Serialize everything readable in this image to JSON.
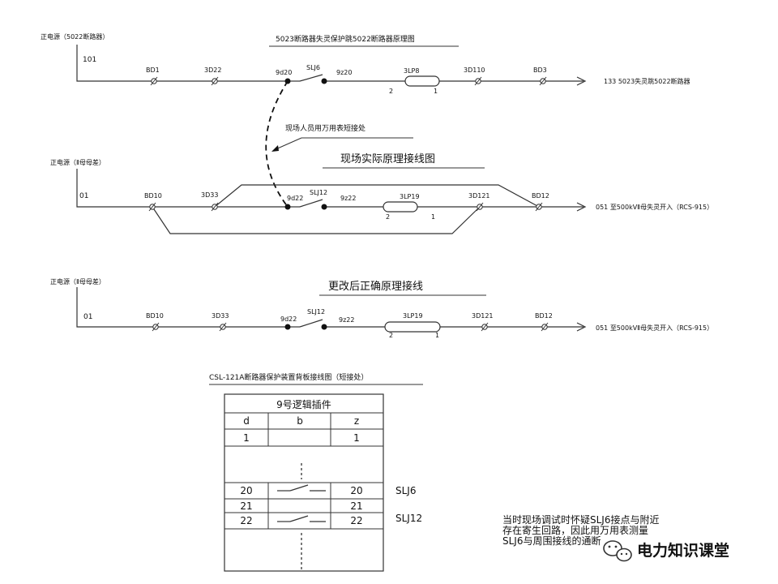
{
  "diagram1": {
    "source_label": "正电源（5022断路器）",
    "wire_num": "101",
    "title": "5023断路器失灵保护跳5022断路器原理图",
    "terminals": [
      "BD1",
      "3D22",
      "9d20",
      "9z20",
      "3D110",
      "BD3"
    ],
    "contact": "SLJ6",
    "plate": "3LP8",
    "pin_left": "2",
    "pin_right": "1",
    "output": "133  5023失灵跳5022断路器"
  },
  "annotation": "现场人员用万用表短接处",
  "diagram2": {
    "source_label": "正电源（Ⅱ母母差）",
    "wire_num": "01",
    "title": "现场实际原理接线图",
    "terminals": [
      "BD10",
      "3D33",
      "9d22",
      "9z22",
      "3D121",
      "BD12"
    ],
    "contact": "SLJ12",
    "plate": "3LP19",
    "pin_left": "2",
    "pin_right": "1",
    "output": "051  至500kVⅡ母失灵开入（RCS-915）"
  },
  "diagram3": {
    "source_label": "正电源（Ⅱ母母差）",
    "wire_num": "01",
    "title": "更改后正确原理接线",
    "terminals": [
      "BD10",
      "3D33",
      "9d22",
      "9z22",
      "3D121",
      "BD12"
    ],
    "contact": "SLJ12",
    "plate": "3LP19",
    "pin_left": "2",
    "pin_right": "1",
    "output": "051  至500kVⅡ母失灵开入（RCS-915）"
  },
  "backplane": {
    "title": "CSL-121A断路器保护装置背板接线图（短接处）",
    "header": "9号逻辑插件",
    "cols": [
      "d",
      "b",
      "z"
    ],
    "row1": [
      "1",
      "1"
    ],
    "row20": [
      "20",
      "20"
    ],
    "row21": [
      "21",
      "21"
    ],
    "row22": [
      "22",
      "22"
    ],
    "label_slj6": "SLJ6",
    "label_slj12": "SLJ12"
  },
  "note": {
    "line1": "当时现场调试时怀疑SLJ6接点与附近",
    "line2": "存在寄生回路，因此用万用表测量",
    "line3": "SLJ6与周围接线的通断"
  },
  "brand": "电力知识课堂",
  "brand_icon": "wechat-icon"
}
